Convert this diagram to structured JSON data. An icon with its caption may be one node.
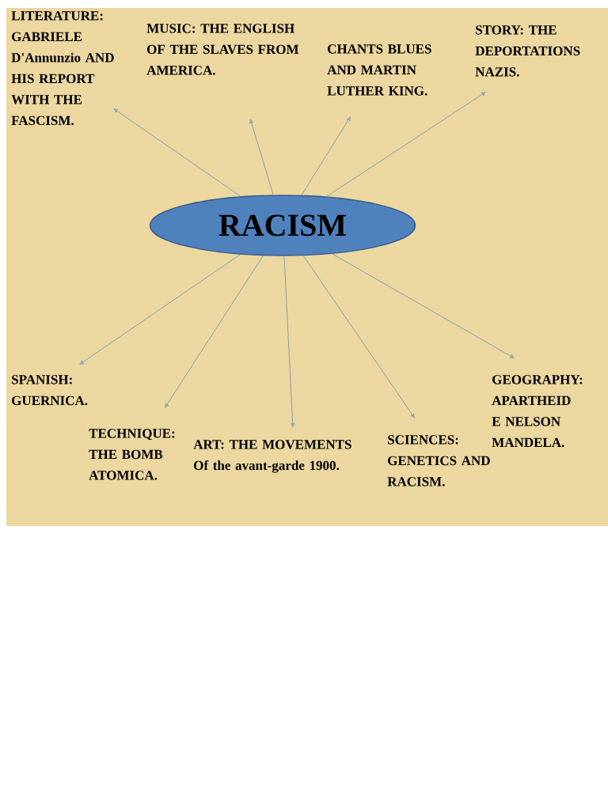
{
  "diagram": {
    "nodes": [
      {
        "text": [
          "RACISM"
        ]
      },
      {
        "text": [
          "LITERATURE: GABRIELE D'Annunzio AND HIS REPORT WITH THE FASCISM."
        ]
      },
      {
        "text": [
          "MUSIC: THE ENGLISH OF THE SLAVES FROM AMERICA."
        ]
      },
      {
        "text": [
          "CHANTS BLUES AND MARTIN LUTHER KING."
        ]
      },
      {
        "text": [
          "STORY: THE DEPORTATIONS NAZIS."
        ]
      },
      {
        "text": [
          "SPANISH: GUERNICA."
        ]
      },
      {
        "text": [
          "TECHNIQUE: THE BOMB ATOMICA."
        ]
      },
      {
        "text": [
          "ART: THE MOVEMENTS Of the avant-garde 1900."
        ]
      },
      {
        "text": [
          "SCIENCES: GENETICS AND RACISM."
        ]
      },
      {
        "text": [
          "GEOGRAPHY: APARTHEID E NELSON MANDELA."
        ]
      }
    ],
    "edges": [
      {
        "from": 0,
        "to": 1,
        "arrow": "to"
      },
      {
        "from": 0,
        "to": 2,
        "arrow": "to"
      },
      {
        "from": 0,
        "to": 3,
        "arrow": "to"
      },
      {
        "from": 0,
        "to": 4,
        "arrow": "to"
      },
      {
        "from": 0,
        "to": 5,
        "arrow": "to"
      },
      {
        "from": 0,
        "to": 6,
        "arrow": "to"
      },
      {
        "from": 0,
        "to": 7,
        "arrow": "to"
      },
      {
        "from": 0,
        "to": 8,
        "arrow": "to"
      },
      {
        "from": 0,
        "to": 9,
        "arrow": "to"
      }
    ]
  }
}
